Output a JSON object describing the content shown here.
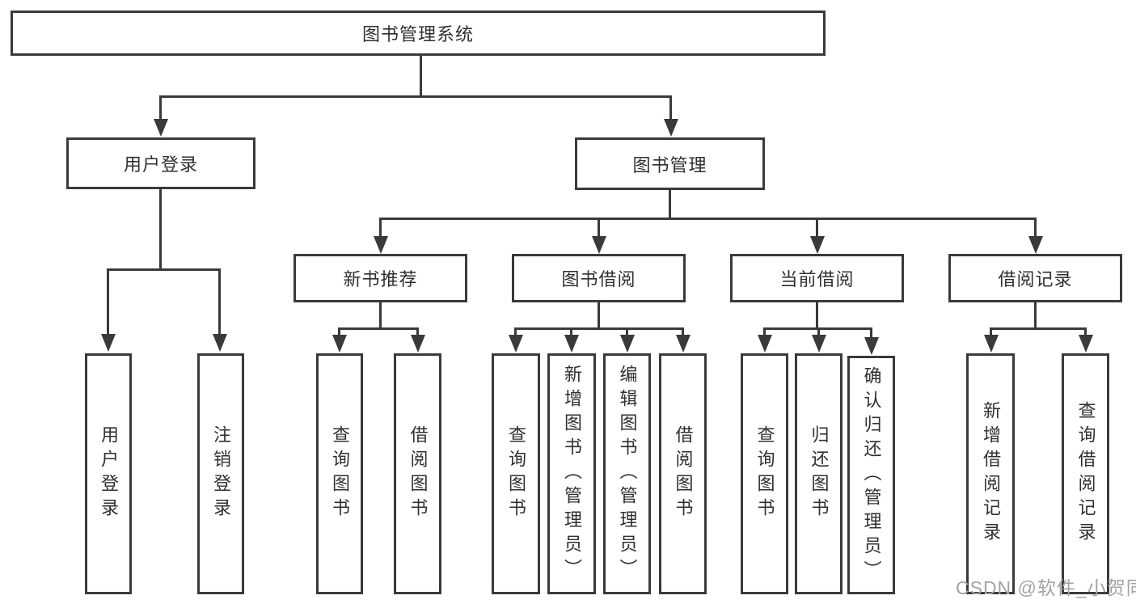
{
  "diagram_title": "图书管理系统",
  "colors": {
    "line": "#3a3a3a",
    "text": "#303030",
    "background": "#ffffff",
    "watermark": "#a3a3a3"
  },
  "nodes": {
    "root": "图书管理系统",
    "user_login": "用户登录",
    "book_management": "图书管理",
    "new_book_recommend": "新书推荐",
    "book_borrow": "图书借阅",
    "current_borrow": "当前借阅",
    "borrow_records": "借阅记录",
    "leaf_user_login": "用户登录",
    "leaf_logout": "注销登录",
    "leaf_query_books_1": "查询图书",
    "leaf_borrow_books_1": "借阅图书",
    "leaf_query_books_2": "查询图书",
    "leaf_add_books": "新增图书（管理员）",
    "leaf_edit_books": "编辑图书（管理员）",
    "leaf_borrow_books_2": "借阅图书",
    "leaf_query_books_3": "查询图书",
    "leaf_return_books": "归还图书",
    "leaf_confirm_return": "确认归还（管理员）",
    "leaf_add_borrow_record": "新增借阅记录",
    "leaf_query_borrow_record": "查询借阅记录"
  },
  "hierarchy": {
    "图书管理系统": {
      "用户登录": [
        "用户登录",
        "注销登录"
      ],
      "图书管理": {
        "新书推荐": [
          "查询图书",
          "借阅图书"
        ],
        "图书借阅": [
          "查询图书",
          "新增图书（管理员）",
          "编辑图书（管理员）",
          "借阅图书"
        ],
        "当前借阅": [
          "查询图书",
          "归还图书",
          "确认归还（管理员）"
        ],
        "借阅记录": [
          "新增借阅记录",
          "查询借阅记录"
        ]
      }
    }
  },
  "watermark": "CSDN @软件_小贺同学"
}
